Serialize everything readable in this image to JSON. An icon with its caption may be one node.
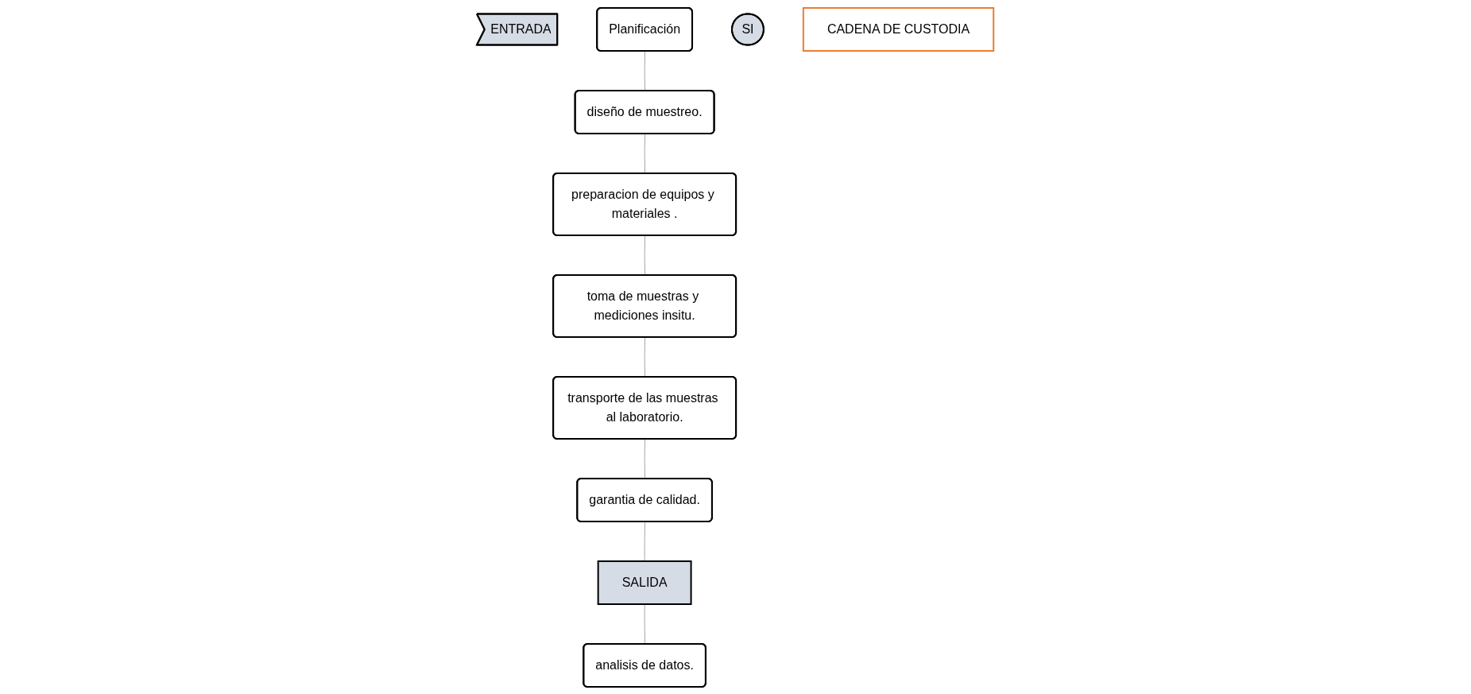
{
  "diagram": {
    "nodes": [
      {
        "text": [
          "ENTRADA"
        ]
      },
      {
        "text": [
          "Planificación"
        ]
      },
      {
        "text": [
          "diseño de muestreo."
        ]
      },
      {
        "text": [
          "preparacion de equipos y materiales ."
        ]
      },
      {
        "text": [
          "toma de muestras y mediciones insitu."
        ]
      },
      {
        "text": [
          "transporte de las muestras al laboratorio."
        ]
      },
      {
        "text": [
          "garantia de calidad."
        ]
      },
      {
        "text": [
          "SALIDA"
        ]
      },
      {
        "text": [
          "analisis de datos."
        ]
      },
      {
        "text": [
          "SI"
        ]
      },
      {
        "text": [
          "CADENA DE CUSTODIA"
        ]
      }
    ],
    "edges": [
      {
        "from": 1,
        "to": 2,
        "arrow": "none"
      },
      {
        "from": 2,
        "to": 3,
        "arrow": "none"
      },
      {
        "from": 3,
        "to": 4,
        "arrow": "none"
      },
      {
        "from": 4,
        "to": 5,
        "arrow": "none"
      },
      {
        "from": 5,
        "to": 6,
        "arrow": "none"
      },
      {
        "from": 6,
        "to": 7,
        "arrow": "none"
      },
      {
        "from": 7,
        "to": 8,
        "arrow": "none"
      }
    ]
  }
}
